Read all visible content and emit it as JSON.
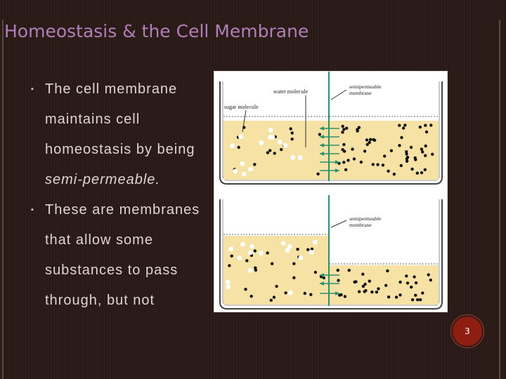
{
  "slide": {
    "title": "Homeostasis & the Cell Membrane",
    "page_number": "3",
    "accent_color": "#b07fb7",
    "badge_color": "#8e1e12"
  },
  "bullets": [
    {
      "text_before": "The cell membrane maintains cell homeostasis by being ",
      "text_emphasis": "semi-permeable."
    },
    {
      "text_before": "These are membranes that allow some substances to pass through, but not",
      "text_emphasis": ""
    }
  ],
  "figure": {
    "top_panel": {
      "labels": {
        "water": "water molecule",
        "sugar": "sugar molecule",
        "membrane": "semipermeable membrane"
      }
    },
    "bottom_panel": {
      "labels": {
        "membrane": "semipermeable membrane"
      }
    },
    "fluid_color": "#f5e2a4",
    "arrow_color": "#2f8f6c"
  }
}
